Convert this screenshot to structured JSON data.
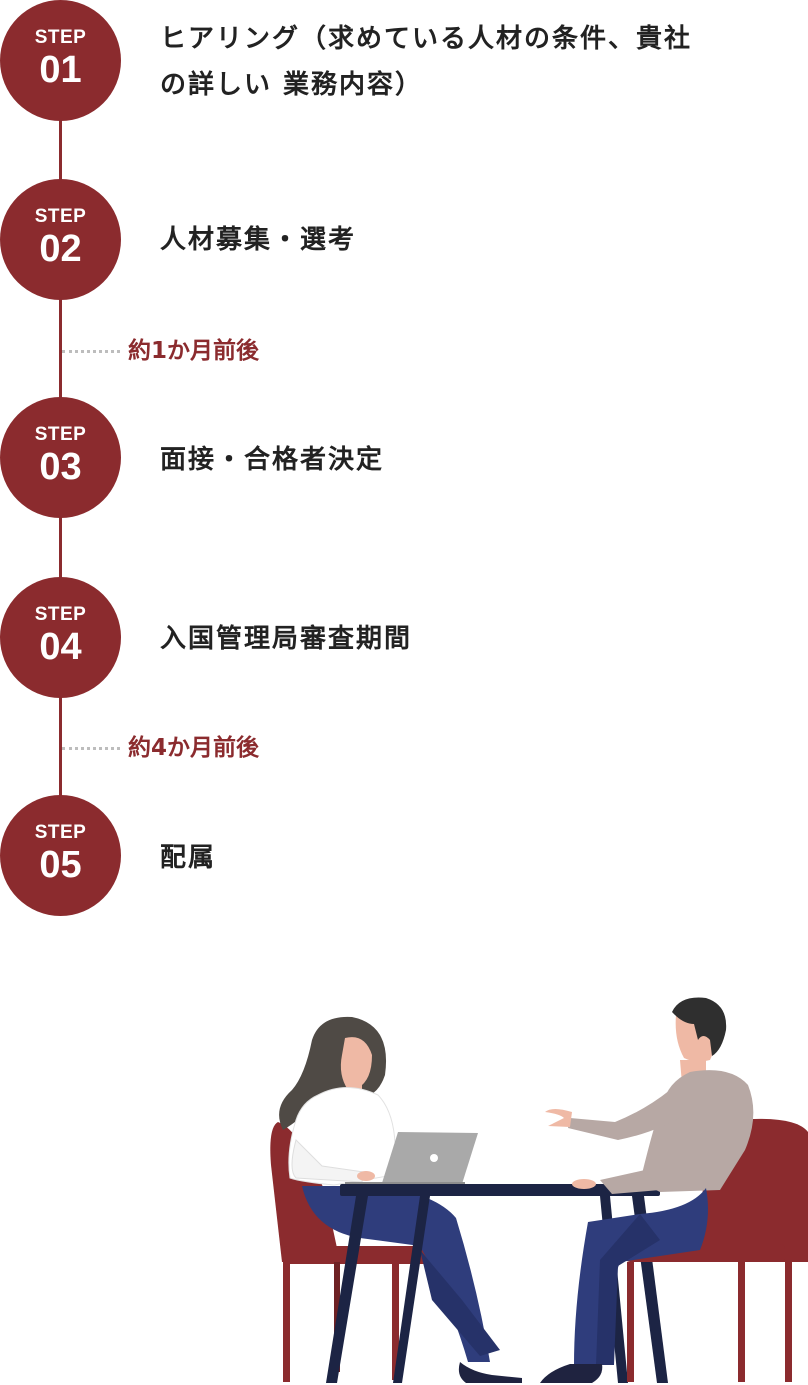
{
  "steps": [
    {
      "label": "STEP",
      "number": "01",
      "title_lines": [
        "ヒアリング（求めている人材の条件、貴社",
        "の詳しい 業務内容）"
      ]
    },
    {
      "label": "STEP",
      "number": "02",
      "title_lines": [
        "人材募集・選考"
      ]
    },
    {
      "label": "STEP",
      "number": "03",
      "title_lines": [
        "面接・合格者決定"
      ]
    },
    {
      "label": "STEP",
      "number": "04",
      "title_lines": [
        "入国管理局審査期間"
      ]
    },
    {
      "label": "STEP",
      "number": "05",
      "title_lines": [
        "配属"
      ]
    }
  ],
  "durations": [
    {
      "text": "約1か月前後"
    },
    {
      "text": "約4か月前後"
    }
  ],
  "colors": {
    "accent": "#8b2b2e",
    "text": "#222222",
    "dotted_line": "#bdbdbd",
    "background": "#ffffff"
  },
  "illustration": {
    "icon": "meeting-illustration"
  }
}
